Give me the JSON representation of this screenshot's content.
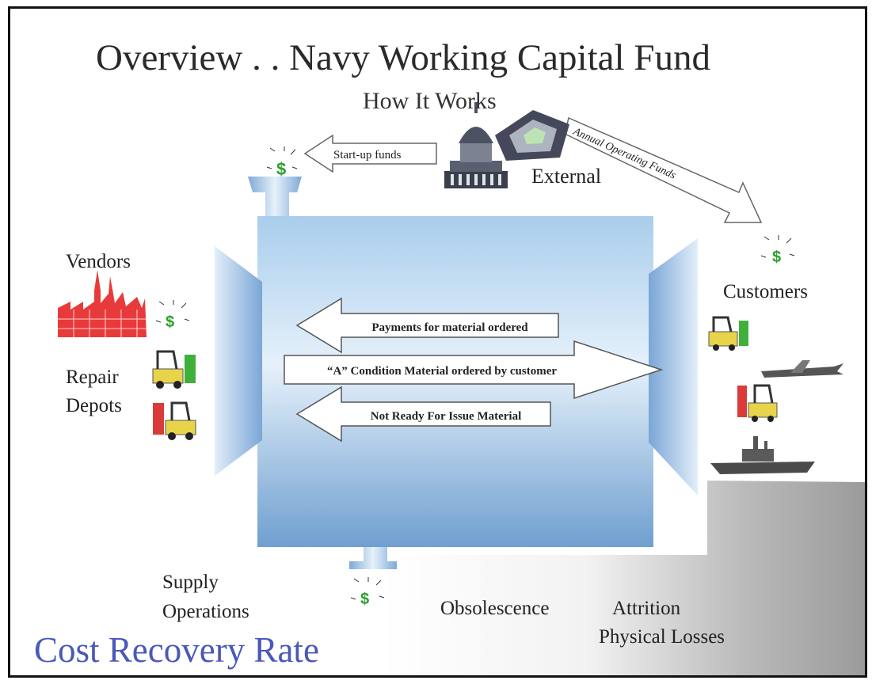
{
  "title": "Overview . . Navy Working Capital Fund",
  "subtitle": "How It Works",
  "labels": {
    "external": "External",
    "vendors": "Vendors",
    "repair_line1": "Repair",
    "repair_line2": "Depots",
    "customers": "Customers",
    "supply_line1": "Supply",
    "supply_line2": "Operations",
    "obsolescence": "Obsolescence",
    "attrition": "Attrition",
    "physical_losses": "Physical Losses",
    "cost_recovery_rate": "Cost Recovery Rate"
  },
  "arrows": {
    "startup": "Start-up funds",
    "annual": "Annual Operating Funds",
    "payments": "Payments for material ordered",
    "a_condition": "“A” Condition Material ordered by customer",
    "not_ready": "Not Ready For Issue Material"
  },
  "money_symbol": "$",
  "colors": {
    "tank": "#8fbde4",
    "factory": "#e83a3a",
    "forklift": "#e8d44a",
    "money": "#2aa12a",
    "cost_recovery_text": "#4a58b8",
    "floor": "#a9a9a9"
  },
  "icons": [
    "capitol-icon",
    "pentagon-icon",
    "factory-icon",
    "forklift-icon",
    "jet-icon",
    "ship-icon",
    "money-icon"
  ]
}
